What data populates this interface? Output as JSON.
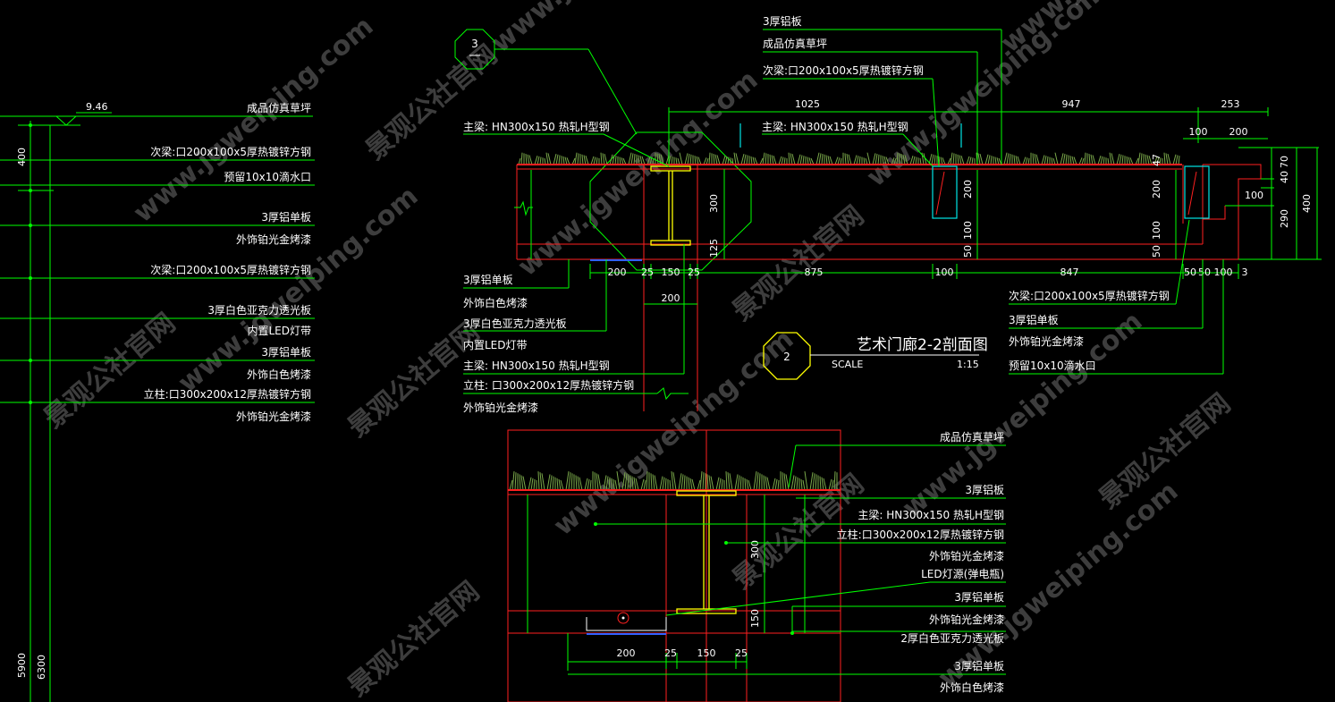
{
  "watermark": {
    "site": "www.jgweiping.com",
    "brand": "景观公社官网"
  },
  "left_section": {
    "elevation": "9.46",
    "dims": [
      "400",
      "5900",
      "6300"
    ],
    "labels": [
      "成品仿真草坪",
      "次梁:口200x100x5厚热镀锌方钢",
      "预留10x10滴水口",
      "3厚铝单板",
      "外饰铂光金烤漆",
      "次梁:口200x100x5厚热镀锌方钢",
      "3厚白色亚克力透光板",
      "内置LED灯带",
      "3厚铝单板",
      "外饰白色烤漆",
      "立柱:口300x200x12厚热镀锌方钢",
      "外饰铂光金烤漆"
    ]
  },
  "section_2": {
    "detail_callout": "3",
    "title": "艺术门廊2-2剖面图",
    "number": "2",
    "scale_label": "SCALE",
    "scale_value": "1:15",
    "top_dims": [
      "1025",
      "947",
      "253"
    ],
    "right_top_dims": [
      "100",
      "200"
    ],
    "right_dims": [
      "70",
      "40",
      "100",
      "290",
      "400"
    ],
    "vertical_dims": [
      "300",
      "125",
      "200",
      "100",
      "50",
      "200",
      "100",
      "50",
      "47"
    ],
    "bottom_dims": [
      "200",
      "25",
      "150",
      "25",
      "875",
      "100",
      "847",
      "50",
      "50",
      "100",
      "3"
    ],
    "span_dim": "200",
    "top_labels": [
      "3厚铝板",
      "成品仿真草坪",
      "次梁:口200x100x5厚热镀锌方钢"
    ],
    "beam_labels": [
      "主梁: HN300x150 热轧H型钢",
      "主梁: HN300x150 热轧H型钢"
    ],
    "left_labels": [
      "3厚铝单板",
      "外饰白色烤漆",
      "3厚白色亚克力透光板",
      "内置LED灯带",
      "主梁: HN300x150 热轧H型钢",
      "立柱: 口300x200x12厚热镀锌方钢",
      "外饰铂光金烤漆"
    ],
    "right_labels": [
      "次梁:口200x100x5厚热镀锌方钢",
      "3厚铝单板",
      "外饰铂光金烤漆",
      "预留10x10滴水口"
    ]
  },
  "section_3": {
    "labels": [
      "成品仿真草坪",
      "3厚铝板",
      "主梁: HN300x150 热轧H型钢",
      "立柱:口300x200x12厚热镀锌方钢",
      "外饰铂光金烤漆",
      "LED灯源(弹电瓶)",
      "3厚铝单板",
      "外饰铂光金烤漆",
      "2厚白色亚克力透光板",
      "3厚铝单板",
      "外饰白色烤漆"
    ],
    "dims": [
      "300",
      "150",
      "200",
      "25",
      "150",
      "25"
    ]
  }
}
